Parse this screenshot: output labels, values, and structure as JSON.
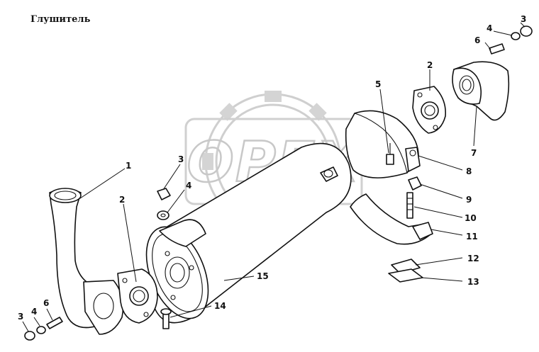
{
  "title": "Глушитель",
  "watermark": {
    "text": "OPEX",
    "color": "#c8c8c8"
  },
  "colors": {
    "line": "#111111",
    "background": "#ffffff"
  },
  "callouts": [
    {
      "id": "c1a",
      "number": "1"
    },
    {
      "id": "c2a",
      "number": "2"
    },
    {
      "id": "c2b",
      "number": "2"
    },
    {
      "id": "c3a",
      "number": "3"
    },
    {
      "id": "c3b",
      "number": "3"
    },
    {
      "id": "c3c",
      "number": "3"
    },
    {
      "id": "c4a",
      "number": "4"
    },
    {
      "id": "c4b",
      "number": "4"
    },
    {
      "id": "c4c",
      "number": "4"
    },
    {
      "id": "c5a",
      "number": "5"
    },
    {
      "id": "c6a",
      "number": "6"
    },
    {
      "id": "c6b",
      "number": "6"
    },
    {
      "id": "c7a",
      "number": "7"
    },
    {
      "id": "c8a",
      "number": "8"
    },
    {
      "id": "c9a",
      "number": "9"
    },
    {
      "id": "c10a",
      "number": "10"
    },
    {
      "id": "c11a",
      "number": "11"
    },
    {
      "id": "c12a",
      "number": "12"
    },
    {
      "id": "c13a",
      "number": "13"
    },
    {
      "id": "c14a",
      "number": "14"
    },
    {
      "id": "c15a",
      "number": "15"
    }
  ]
}
